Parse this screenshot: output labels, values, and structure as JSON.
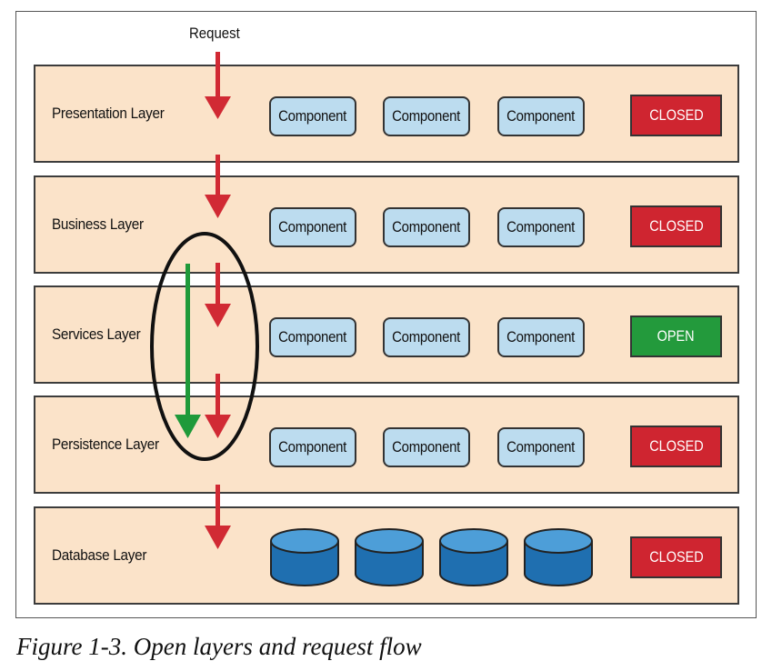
{
  "diagram": {
    "request_label": "Request",
    "caption": "Figure 1-3. Open layers and request flow",
    "colors": {
      "layer_fill": "#fbe3c9",
      "component_fill": "#bcdcef",
      "closed": "#cf2530",
      "open": "#239a3c",
      "request_arrow": "#d12a34",
      "bypass_arrow": "#1f9a3a",
      "database": "#1f7fc4"
    },
    "layers": [
      {
        "label": "Presentation Layer",
        "components": [
          "Component",
          "Component",
          "Component"
        ],
        "status": "CLOSED"
      },
      {
        "label": "Business Layer",
        "components": [
          "Component",
          "Component",
          "Component"
        ],
        "status": "CLOSED"
      },
      {
        "label": "Services Layer",
        "components": [
          "Component",
          "Component",
          "Component"
        ],
        "status": "OPEN"
      },
      {
        "label": "Persistence Layer",
        "components": [
          "Component",
          "Component",
          "Component"
        ],
        "status": "CLOSED"
      },
      {
        "label": "Database Layer",
        "components": [],
        "databases": 4,
        "status": "CLOSED"
      }
    ]
  }
}
